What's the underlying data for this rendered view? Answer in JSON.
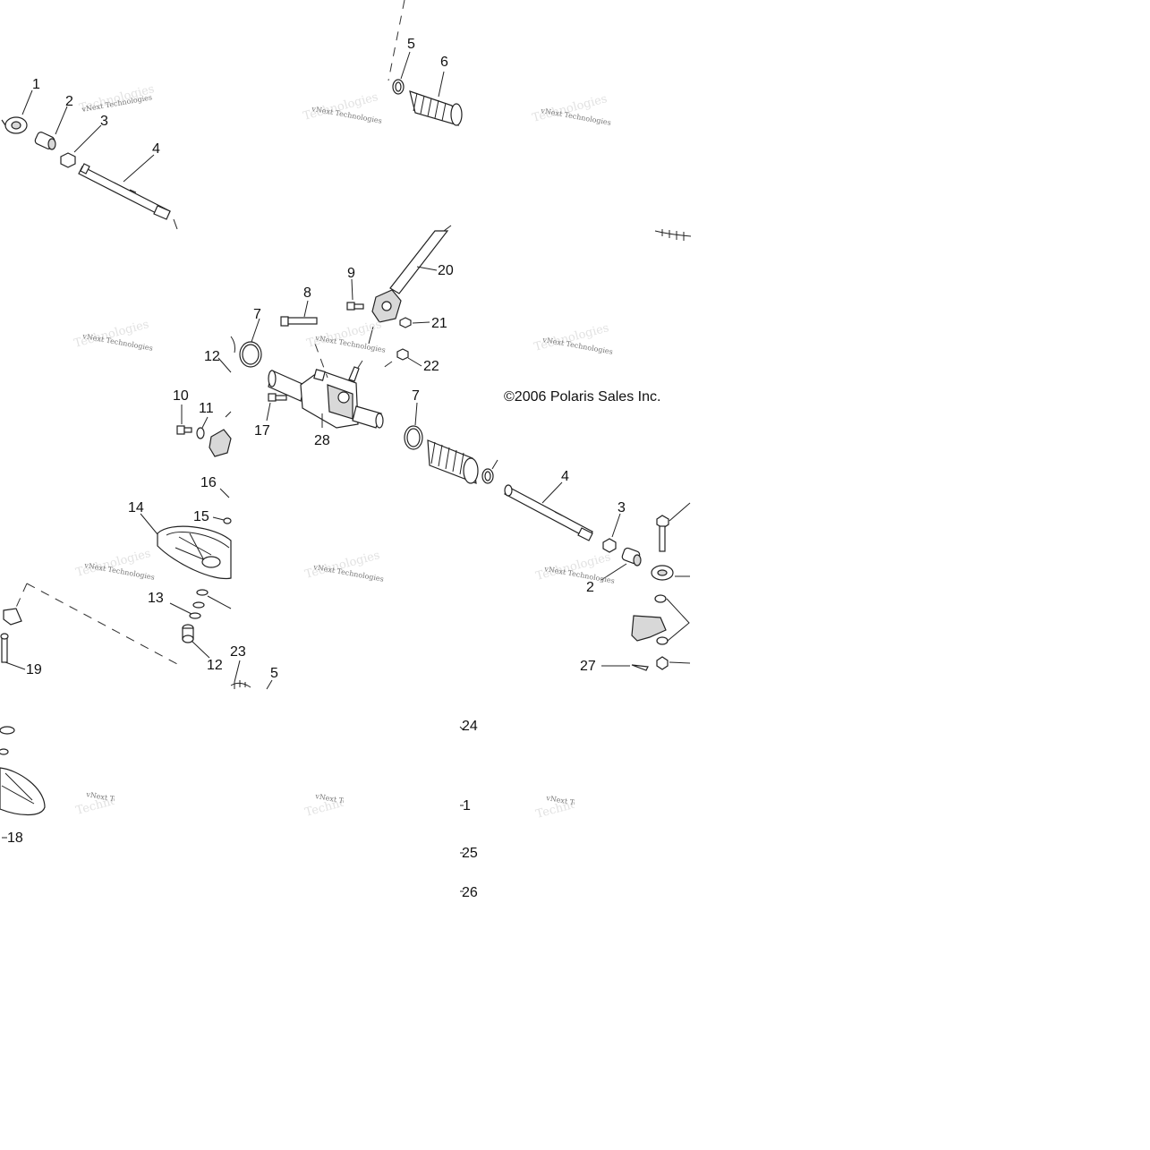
{
  "copyright": "©2006 Polaris Sales Inc.",
  "watermark": {
    "line1": "vNext Technologies",
    "line2": "Technologies"
  },
  "callouts": {
    "c1a": "1",
    "c2a": "2",
    "c3a": "3",
    "c4a": "4",
    "c5a": "5",
    "c6": "6",
    "c20": "20",
    "c9": "9",
    "c8": "8",
    "c7a": "7",
    "c21": "21",
    "c12a": "12",
    "c22": "22",
    "c10": "10",
    "c11": "11",
    "c17": "17",
    "c28": "28",
    "c7b": "7",
    "c4b": "4",
    "c16": "16",
    "c3b": "3",
    "c14": "14",
    "c15": "15",
    "c2b": "2",
    "c13": "13",
    "c12b": "12",
    "c23": "23",
    "c19": "19",
    "c5b": "5",
    "c27": "27",
    "c24": "24",
    "c1b": "1",
    "c25": "25",
    "c26": "26",
    "c18": "18"
  }
}
